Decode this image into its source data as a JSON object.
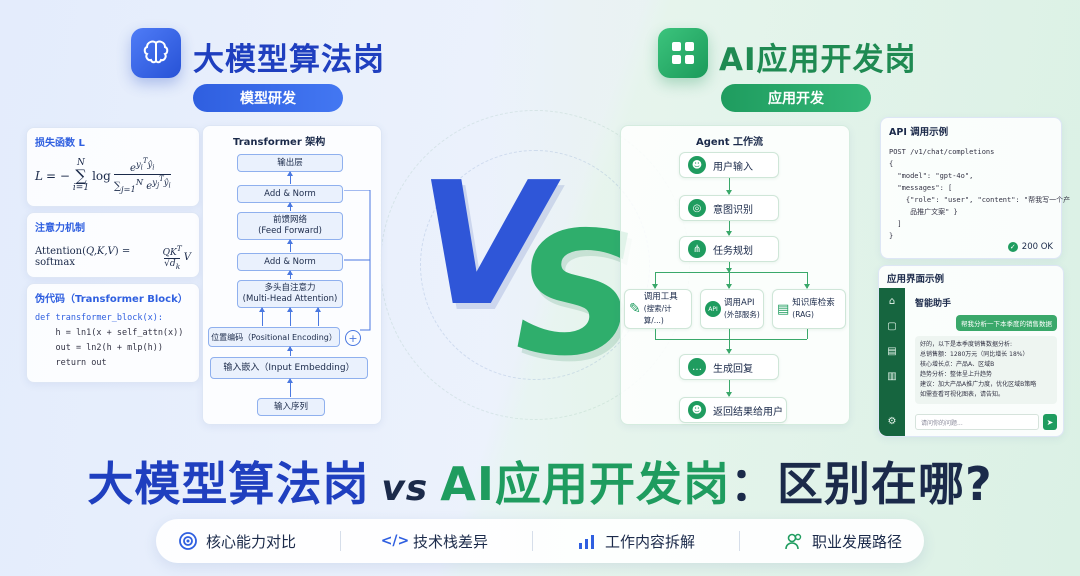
{
  "left": {
    "title": "大模型算法岗",
    "badge": "模型研发",
    "loss_title": "损失函数 L",
    "attention_title": "注意力机制",
    "pseudo_title": "伪代码（Transformer Block）",
    "code_lines": [
      "def transformer_block(x):",
      "    h = ln1(x + self_attn(x))",
      "    out = ln2(h + mlp(h))",
      "    return out"
    ],
    "transformer": {
      "title": "Transformer 架构",
      "output_layer": "输出层",
      "add_norm": "Add & Norm",
      "ffn": [
        "前馈网络",
        "(Feed Forward)"
      ],
      "mha": [
        "多头自注意力",
        "(Multi-Head Attention)"
      ],
      "pos_enc": "位置编码（Positional Encoding）",
      "input_emb": "输入嵌入（Input Embedding）",
      "input_seq": "输入序列",
      "plus": "+"
    }
  },
  "right": {
    "title": "AI应用开发岗",
    "badge": "应用开发",
    "agent": {
      "title": "Agent 工作流",
      "user_input": "用户输入",
      "intent": "意图识别",
      "planning": "任务规划",
      "tool": [
        "调用工具",
        "(搜索/计算/...)"
      ],
      "api": [
        "调用API",
        "(外部服务)"
      ],
      "rag": [
        "知识库检索",
        "(RAG)"
      ],
      "generate": "生成回复",
      "return": "返回结果给用户"
    },
    "api_example": {
      "title": "API 调用示例",
      "code": "POST /v1/chat/completions\n{\n  \"model\": \"gpt-4o\",\n  \"messages\": [\n    {\"role\": \"user\", \"content\": \"帮我写一个产\n     品推广文案\" }\n  ]\n}",
      "status": "200 OK"
    },
    "app_ui": {
      "title": "应用界面示例",
      "assistant": "智能助手",
      "user_msg": "帮我分析一下本季度的销售数据",
      "reply_intro": "好的，以下是本季度销售数据分析:",
      "reply_items": [
        "总销售额：1280万元（同比增长 18%）",
        "核心增长点：产品A、区域B",
        "趋势分析：整体呈上升趋势",
        "建议：加大产品A推广力度，优化区域B策略",
        "如需查看可视化图表，请告知。"
      ],
      "input_placeholder": "请问你的问题..."
    }
  },
  "vs": {
    "v": "V",
    "s": "S"
  },
  "headline": {
    "part1": "大模型算法岗",
    "vs": "vs",
    "part2": "AI应用开发岗",
    "part3": "：区别在哪?"
  },
  "bottom_bar": [
    {
      "label": "核心能力对比",
      "icon": "target-icon"
    },
    {
      "label": "技术栈差异",
      "icon": "code-icon"
    },
    {
      "label": "工作内容拆解",
      "icon": "bar-chart-icon"
    },
    {
      "label": "职业发展路径",
      "icon": "people-icon"
    }
  ],
  "colors": {
    "blue": "#2f5fe0",
    "green": "#1f9c5f",
    "dark": "#1b2a4a"
  }
}
